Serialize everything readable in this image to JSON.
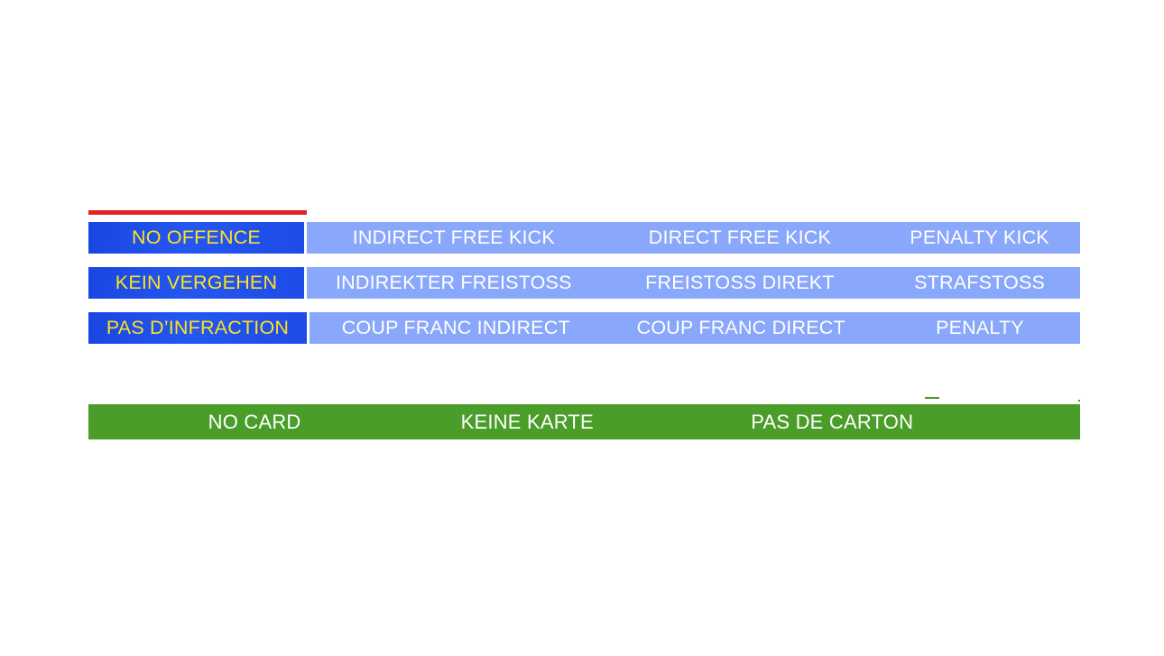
{
  "slide": {
    "background_color": "#FFFFFF",
    "accent_rule_color": "#E8202A",
    "dark_cell_color": "#1E4BE8",
    "dark_cell_text_color": "#FFE21F",
    "light_cell_color": "#8AA8FB",
    "light_cell_text_color": "#FFFFFF",
    "card_bar_color": "#4A9D28",
    "card_bar_text_color": "#FFFFFF"
  },
  "offence_table": {
    "rows": [
      {
        "language": "english",
        "no_offence": "NO OFFENCE",
        "options": [
          "INDIRECT FREE KICK",
          "DIRECT FREE KICK",
          "PENALTY KICK"
        ]
      },
      {
        "language": "german",
        "no_offence": "KEIN VERGEHEN",
        "options": [
          "INDIREKTER FREISTOSS",
          "FREISTOSS DIREKT",
          "STRAFSTOSS"
        ]
      },
      {
        "language": "french",
        "no_offence": "PAS D’INFRACTION",
        "options": [
          "COUP FRANC INDIRECT",
          "COUP FRANC DIRECT",
          "PENALTY"
        ]
      }
    ]
  },
  "card_bar": {
    "labels": [
      "NO CARD",
      "KEINE KARTE",
      "PAS DE CARTON"
    ]
  }
}
